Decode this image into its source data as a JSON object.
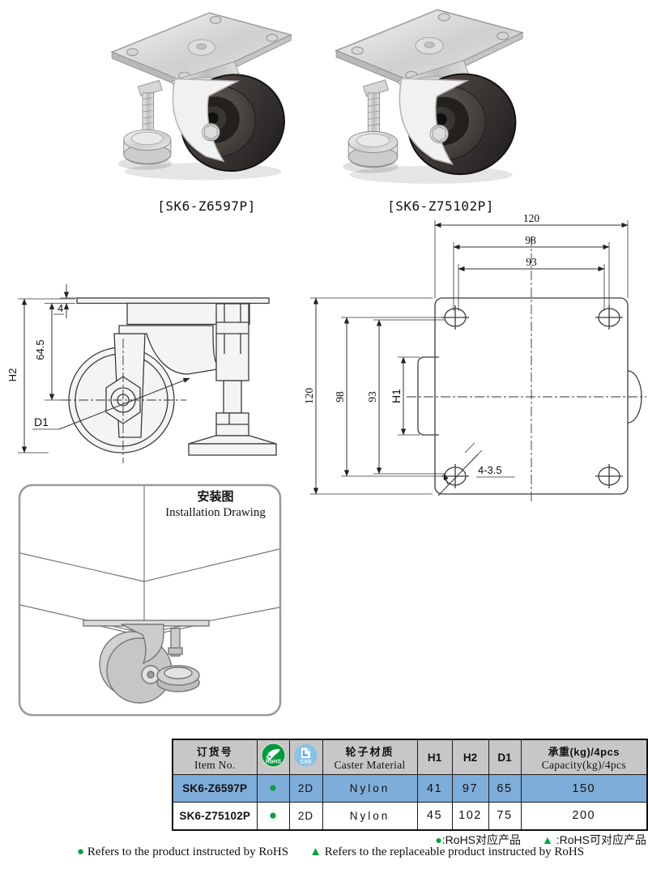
{
  "page": {
    "background": "#ffffff"
  },
  "colors": {
    "row_highlight": "#7fadd9",
    "table_header_bg": "#c7c7c7",
    "rohs_green": "#009a3e",
    "cad_blue": "#85c3e8",
    "legend_green": "#00a33e",
    "drawing_line": "#3a3a3a"
  },
  "products": [
    {
      "label": "[SK6-Z6597P]"
    },
    {
      "label": "[SK6-Z75102P]"
    }
  ],
  "side_view": {
    "h2": "H2",
    "stem_height": "64.5",
    "plate_thickness": "4",
    "wheel_diameter": "D1"
  },
  "top_view": {
    "plate_width": "120",
    "bolt_spacing_w": "98",
    "inner_spacing_w": "93",
    "plate_height": "120",
    "bolt_spacing_h": "98",
    "inner_spacing_h": "93",
    "wheel_width": "H1",
    "hole_spec": "4-3.5"
  },
  "installation": {
    "title_zh": "安装图",
    "title_en": "Installation Drawing"
  },
  "table": {
    "header": {
      "item_zh": "订货号",
      "item_en": "Item No.",
      "rohs_icon": "RoHS",
      "cad_icon": "CAD",
      "material_zh": "轮子材质",
      "material_en": "Caster Material",
      "h1": "H1",
      "h2": "H2",
      "d1": "D1",
      "capacity_zh": "承重(kg)/4pcs",
      "capacity_en": "Capacity(kg)/4pcs"
    },
    "rows": [
      {
        "item_no": "SK6-Z6597P",
        "rohs": "●",
        "cad": "2D",
        "material": "Nylon",
        "h1": "41",
        "h2": "97",
        "d1": "65",
        "capacity": "150"
      },
      {
        "item_no": "SK6-Z75102P",
        "rohs": "●",
        "cad": "2D",
        "material": "Nylon",
        "h1": "45",
        "h2": "102",
        "d1": "75",
        "capacity": "200"
      }
    ]
  },
  "legend": {
    "sym_dot": "●",
    "sym_tri": "▲",
    "line1_dot_text": ":RoHS对应产品",
    "line1_tri_text": ":RoHS可对应产品",
    "line2_dot_text": "Refers to the product instructed by RoHS",
    "line2_tri_text": "Refers to the replaceable product instructed by RoHS"
  }
}
